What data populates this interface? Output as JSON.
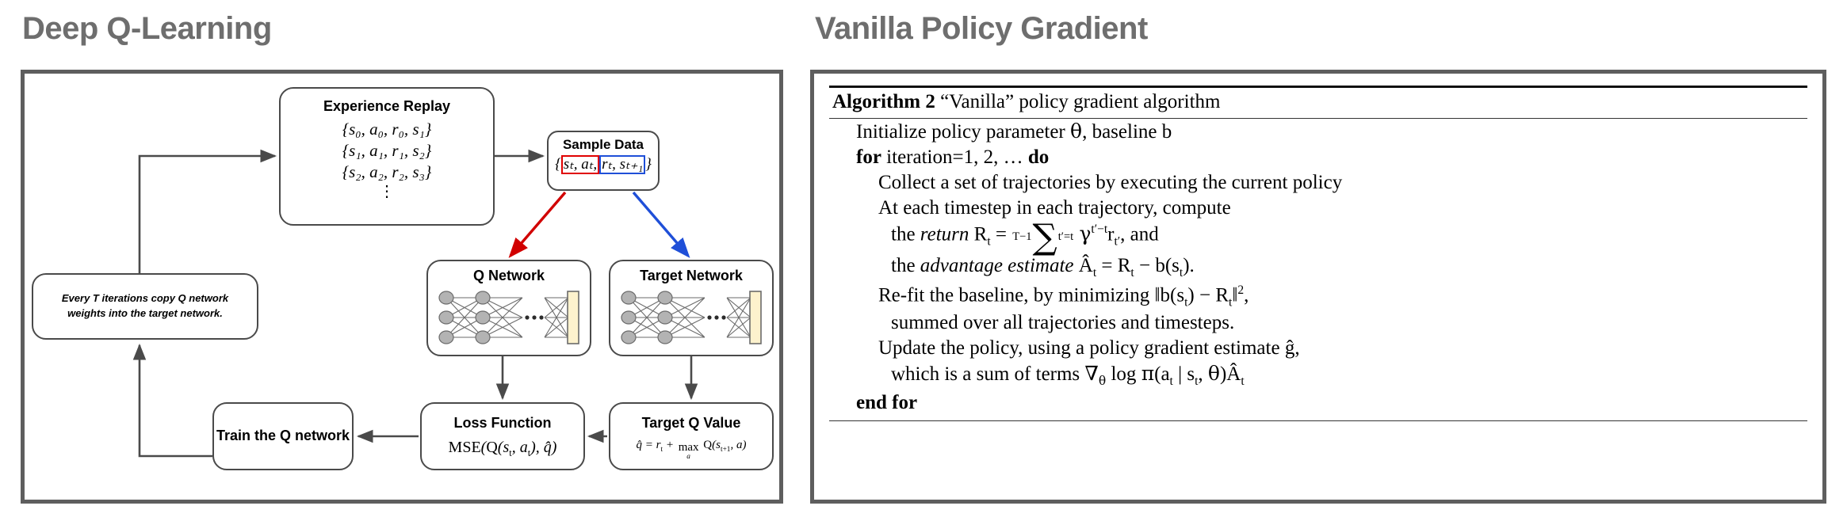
{
  "left_panel": {
    "title": "Deep Q-Learning",
    "nodes": {
      "experience_replay": {
        "title": "Experience Replay",
        "lines": [
          "{s₀, a₀, r₀, s₁}",
          "{s₁, a₁, r₁, s₂}",
          "{s₂, a₂, r₂, s₃}"
        ],
        "vertical_dots": "⋮"
      },
      "sample_data": {
        "title": "Sample Data",
        "open_brace": "{",
        "red_part": "sₜ, aₜ,",
        "blue_part": "rₜ, sₜ₊₁",
        "close_brace": "}"
      },
      "q_network": {
        "title": "Q Network",
        "ellipsis": "· · ·"
      },
      "target_network": {
        "title": "Target Network",
        "ellipsis": "· · ·"
      },
      "train_q": {
        "title": "Train the Q network"
      },
      "loss_function": {
        "title": "Loss Function",
        "formula": "MSE(Q(sₜ, aₜ), q̂)"
      },
      "target_q_value": {
        "title": "Target Q Value",
        "formula": "q̂ = rₜ + maxₐ Q(sₜ₊₁, a)"
      },
      "copy_weights": {
        "text": "Every T iterations copy Q network weights into the target network."
      }
    },
    "arrows": {
      "replay_to_sample": "black",
      "sample_to_q_network": "#d10000",
      "sample_to_target_network": "#1f4fd8",
      "q_network_to_loss": "black",
      "target_network_to_target_q": "black",
      "target_q_to_loss": "black",
      "loss_to_train_q": "black",
      "train_q_to_copy_weights": "black",
      "copy_weights_to_replay": "black"
    },
    "colors": {
      "frame": "#5e6060",
      "title_gray": "#6e6e6e",
      "node_border": "#4a4a4a",
      "red": "#d10000",
      "blue": "#1f4fd8",
      "neuron_fill": "#b3b3b3",
      "output_bar_fill": "#fdf2cd"
    }
  },
  "right_panel": {
    "title": "Vanilla Policy Gradient",
    "algorithm": {
      "header_bold": "Algorithm 2",
      "header_rest": "“Vanilla” policy gradient algorithm",
      "lines": [
        {
          "indent": 1,
          "text": "Initialize policy parameter θ, baseline b"
        },
        {
          "indent": 1,
          "text": "for iteration=1, 2, … do"
        },
        {
          "indent": 2,
          "text": "Collect a set of trajectories by executing the current policy"
        },
        {
          "indent": 2,
          "text": "At each timestep in each trajectory, compute"
        },
        {
          "indent": 3,
          "text": "the return Rₜ = ∑_{t′=t}^{T−1} γ^{t′−t} rₜ′, and"
        },
        {
          "indent": 3,
          "text": "the advantage estimate Âₜ = Rₜ − b(sₜ)."
        },
        {
          "indent": 2,
          "text": "Re-fit the baseline, by minimizing ‖b(sₜ) − Rₜ‖²,"
        },
        {
          "indent": 3,
          "text": "summed over all trajectories and timesteps."
        },
        {
          "indent": 2,
          "text": "Update the policy, using a policy gradient estimate ĝ,"
        },
        {
          "indent": 3,
          "text": "which is a sum of terms ∇θ log π(aₜ | sₜ, θ) Âₜ"
        },
        {
          "indent": 1,
          "text": "end for"
        }
      ]
    }
  }
}
